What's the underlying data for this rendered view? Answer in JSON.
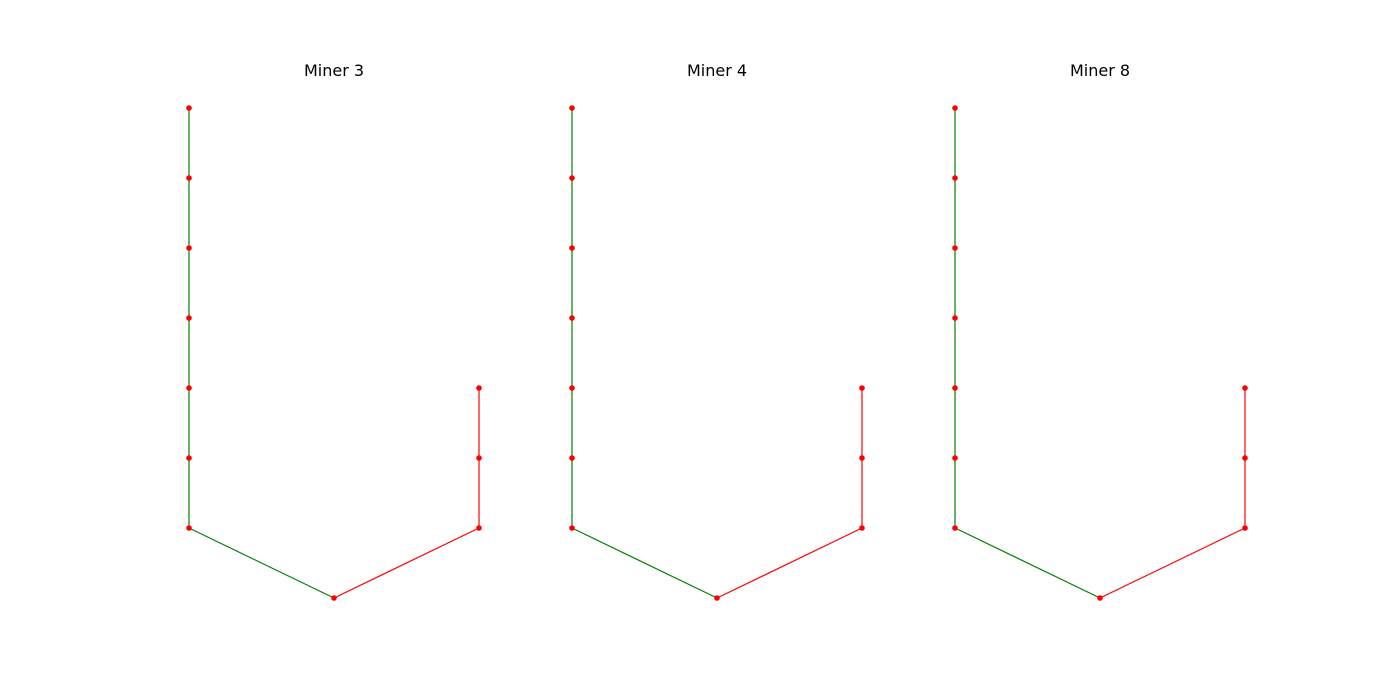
{
  "colors": {
    "green_edge": "#008000",
    "red_edge": "#ff0000",
    "node": "#ff0000",
    "background": "#ffffff"
  },
  "panels": [
    {
      "title": "Miner 3",
      "nodes": [
        {
          "id": "root",
          "x": 0,
          "y": 0
        },
        {
          "id": "g1",
          "x": -1,
          "y": 1
        },
        {
          "id": "g2",
          "x": -1,
          "y": 2
        },
        {
          "id": "g3",
          "x": -1,
          "y": 3
        },
        {
          "id": "g4",
          "x": -1,
          "y": 4
        },
        {
          "id": "g5",
          "x": -1,
          "y": 5
        },
        {
          "id": "g6",
          "x": -1,
          "y": 6
        },
        {
          "id": "g7",
          "x": -1,
          "y": 7
        },
        {
          "id": "r1",
          "x": 1,
          "y": 1
        },
        {
          "id": "r2",
          "x": 1,
          "y": 2
        },
        {
          "id": "r3",
          "x": 1,
          "y": 3
        }
      ],
      "edges": [
        {
          "from": "root",
          "to": "g1",
          "color": "green"
        },
        {
          "from": "g1",
          "to": "g2",
          "color": "green"
        },
        {
          "from": "g2",
          "to": "g3",
          "color": "green"
        },
        {
          "from": "g3",
          "to": "g4",
          "color": "green"
        },
        {
          "from": "g4",
          "to": "g5",
          "color": "green"
        },
        {
          "from": "g5",
          "to": "g6",
          "color": "green"
        },
        {
          "from": "g6",
          "to": "g7",
          "color": "green"
        },
        {
          "from": "root",
          "to": "r1",
          "color": "red"
        },
        {
          "from": "r1",
          "to": "r2",
          "color": "red"
        },
        {
          "from": "r2",
          "to": "r3",
          "color": "red"
        }
      ]
    },
    {
      "title": "Miner 4",
      "nodes": [
        {
          "id": "root",
          "x": 0,
          "y": 0
        },
        {
          "id": "g1",
          "x": -1,
          "y": 1
        },
        {
          "id": "g2",
          "x": -1,
          "y": 2
        },
        {
          "id": "g3",
          "x": -1,
          "y": 3
        },
        {
          "id": "g4",
          "x": -1,
          "y": 4
        },
        {
          "id": "g5",
          "x": -1,
          "y": 5
        },
        {
          "id": "g6",
          "x": -1,
          "y": 6
        },
        {
          "id": "g7",
          "x": -1,
          "y": 7
        },
        {
          "id": "r1",
          "x": 1,
          "y": 1
        },
        {
          "id": "r2",
          "x": 1,
          "y": 2
        },
        {
          "id": "r3",
          "x": 1,
          "y": 3
        }
      ],
      "edges": [
        {
          "from": "root",
          "to": "g1",
          "color": "green"
        },
        {
          "from": "g1",
          "to": "g2",
          "color": "green"
        },
        {
          "from": "g2",
          "to": "g3",
          "color": "green"
        },
        {
          "from": "g3",
          "to": "g4",
          "color": "green"
        },
        {
          "from": "g4",
          "to": "g5",
          "color": "green"
        },
        {
          "from": "g5",
          "to": "g6",
          "color": "green"
        },
        {
          "from": "g6",
          "to": "g7",
          "color": "green"
        },
        {
          "from": "root",
          "to": "r1",
          "color": "red"
        },
        {
          "from": "r1",
          "to": "r2",
          "color": "red"
        },
        {
          "from": "r2",
          "to": "r3",
          "color": "red"
        }
      ]
    },
    {
      "title": "Miner 8",
      "nodes": [
        {
          "id": "root",
          "x": 0,
          "y": 0
        },
        {
          "id": "g1",
          "x": -1,
          "y": 1
        },
        {
          "id": "g2",
          "x": -1,
          "y": 2
        },
        {
          "id": "g3",
          "x": -1,
          "y": 3
        },
        {
          "id": "g4",
          "x": -1,
          "y": 4
        },
        {
          "id": "g5",
          "x": -1,
          "y": 5
        },
        {
          "id": "g6",
          "x": -1,
          "y": 6
        },
        {
          "id": "g7",
          "x": -1,
          "y": 7
        },
        {
          "id": "r1",
          "x": 1,
          "y": 1
        },
        {
          "id": "r2",
          "x": 1,
          "y": 2
        },
        {
          "id": "r3",
          "x": 1,
          "y": 3
        }
      ],
      "edges": [
        {
          "from": "root",
          "to": "g1",
          "color": "green"
        },
        {
          "from": "g1",
          "to": "g2",
          "color": "green"
        },
        {
          "from": "g2",
          "to": "g3",
          "color": "green"
        },
        {
          "from": "g3",
          "to": "g4",
          "color": "green"
        },
        {
          "from": "g4",
          "to": "g5",
          "color": "green"
        },
        {
          "from": "g5",
          "to": "g6",
          "color": "green"
        },
        {
          "from": "g6",
          "to": "g7",
          "color": "green"
        },
        {
          "from": "root",
          "to": "r1",
          "color": "red"
        },
        {
          "from": "r1",
          "to": "r2",
          "color": "red"
        },
        {
          "from": "r2",
          "to": "r3",
          "color": "red"
        }
      ]
    }
  ]
}
